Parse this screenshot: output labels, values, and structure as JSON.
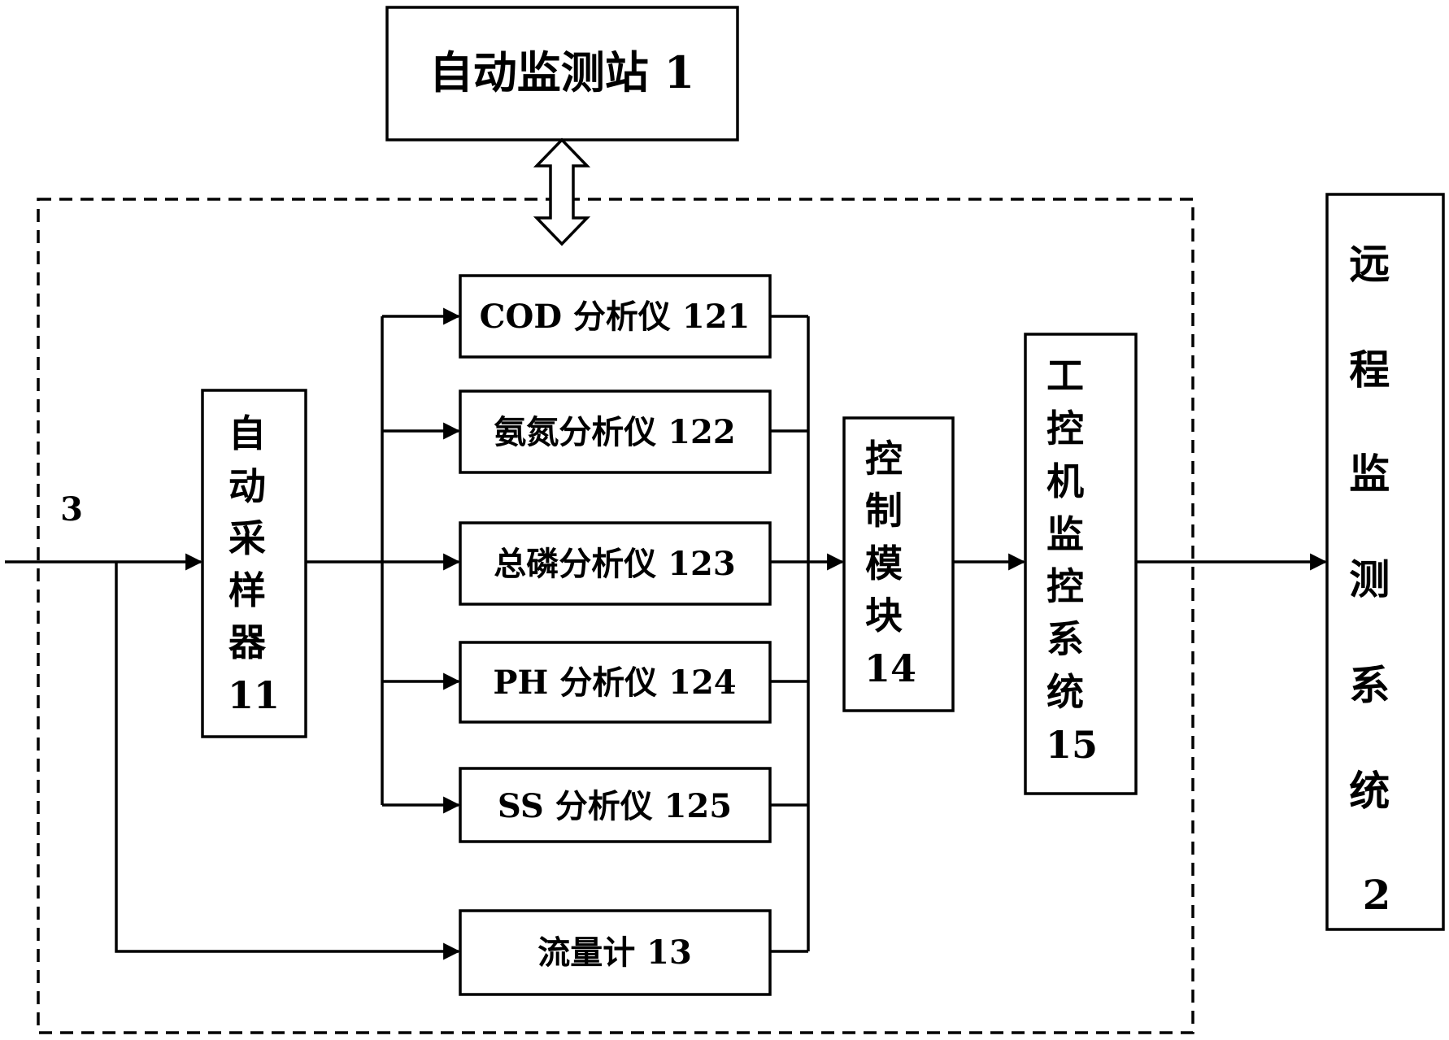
{
  "nodes": {
    "station": {
      "label": "自动监测站 1"
    },
    "sampler": {
      "lines": [
        "自",
        "动",
        "采",
        "样",
        "器",
        "11"
      ]
    },
    "cod": {
      "label": "COD 分析仪 121"
    },
    "ammonia": {
      "label": "氨氮分析仪 122"
    },
    "phosphorus": {
      "label": "总磷分析仪 123"
    },
    "ph": {
      "label": "PH 分析仪 124"
    },
    "ss": {
      "label": "SS 分析仪 125"
    },
    "flowmeter": {
      "label": "流量计 13"
    },
    "control": {
      "lines": [
        "控",
        "制",
        "模",
        "块",
        "14"
      ]
    },
    "ipc": {
      "lines": [
        "工",
        "控",
        "机",
        "监",
        "控",
        "系",
        "统",
        "15"
      ]
    },
    "remote": {
      "lines": [
        "远",
        "程",
        "监",
        "测",
        "系",
        "统",
        "2"
      ]
    }
  },
  "input_label": "3"
}
